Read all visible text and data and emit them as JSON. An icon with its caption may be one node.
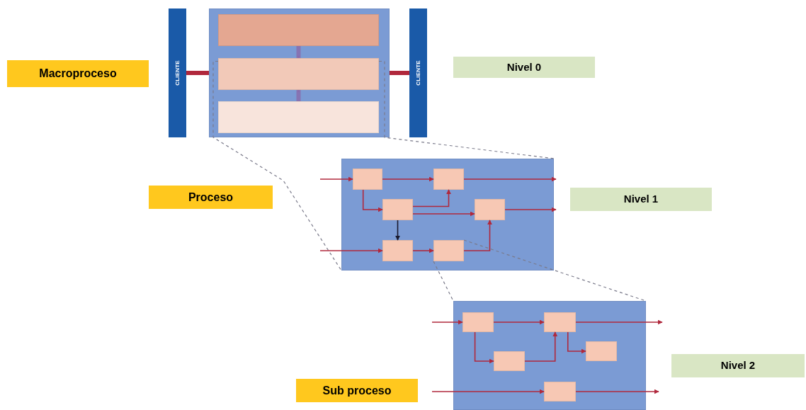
{
  "diagram": {
    "nodes": [
      {
        "text": [
          "Macroproceso"
        ]
      },
      {
        "text": [
          "CLIENTE"
        ]
      },
      {
        "text": [],
        "shape": "box"
      },
      {
        "text": [],
        "shape": "box",
        "in": 2
      },
      {
        "text": [],
        "shape": "box",
        "in": 2
      },
      {
        "text": [],
        "shape": "box",
        "in": 2
      },
      {
        "text": [
          "CLIENTE"
        ]
      },
      {
        "text": [
          "Nivel 0"
        ]
      },
      {
        "text": [
          "Proceso"
        ]
      },
      {
        "text": [],
        "shape": "box"
      },
      {
        "text": [],
        "shape": "box",
        "in": 9
      },
      {
        "text": [],
        "shape": "box",
        "in": 9
      },
      {
        "text": [],
        "shape": "box",
        "in": 9
      },
      {
        "text": [],
        "shape": "box",
        "in": 9
      },
      {
        "text": [],
        "shape": "box",
        "in": 9
      },
      {
        "text": [],
        "shape": "box",
        "in": 9
      },
      {
        "text": [
          "Nivel 1"
        ]
      },
      {
        "text": [
          "Sub proceso"
        ]
      },
      {
        "text": [],
        "shape": "box"
      },
      {
        "text": [],
        "shape": "box",
        "in": 18
      },
      {
        "text": [],
        "shape": "box",
        "in": 18
      },
      {
        "text": [],
        "shape": "box",
        "in": 18
      },
      {
        "text": [],
        "shape": "box",
        "in": 18
      },
      {
        "text": [],
        "shape": "box",
        "in": 18
      },
      {
        "text": [
          "Nivel 2"
        ]
      }
    ],
    "edges": [
      {
        "from": 1,
        "to": 2,
        "arrow": "to",
        "style": "thick"
      },
      {
        "from": 2,
        "to": 6,
        "arrow": "to",
        "style": "thick"
      },
      {
        "from": 3,
        "to": 4,
        "arrow": "to",
        "style": "thick",
        "color": "#8a6aaa"
      },
      {
        "from": 5,
        "to": 4,
        "arrow": "to",
        "style": "thick",
        "color": "#8a6aaa"
      },
      {
        "from": 4,
        "to": 9,
        "arrow": "none",
        "style": "dashed",
        "color": "#7a7a8a"
      },
      {
        "from": 4,
        "to": 9,
        "arrow": "none",
        "style": "dashed",
        "color": "#7a7a8a"
      },
      {
        "from": null,
        "to": 10,
        "arrow": "to"
      },
      {
        "from": 10,
        "to": 11,
        "arrow": "to"
      },
      {
        "from": 11,
        "to": null,
        "arrow": "to"
      },
      {
        "from": 10,
        "to": 12,
        "arrow": "to"
      },
      {
        "from": 12,
        "to": 11,
        "arrow": "to"
      },
      {
        "from": 12,
        "to": 13,
        "arrow": "to"
      },
      {
        "from": 13,
        "to": null,
        "arrow": "to"
      },
      {
        "from": 12,
        "to": 14,
        "arrow": "to",
        "color": "#1a1a2e"
      },
      {
        "from": null,
        "to": 14,
        "arrow": "to"
      },
      {
        "from": 14,
        "to": 15,
        "arrow": "to"
      },
      {
        "from": 15,
        "to": 13,
        "arrow": "to"
      },
      {
        "from": 15,
        "to": 18,
        "arrow": "none",
        "style": "dashed",
        "color": "#7a7a8a"
      },
      {
        "from": 15,
        "to": 18,
        "arrow": "none",
        "style": "dashed",
        "color": "#7a7a8a"
      },
      {
        "from": null,
        "to": 19,
        "arrow": "to"
      },
      {
        "from": 19,
        "to": 20,
        "arrow": "to"
      },
      {
        "from": 20,
        "to": null,
        "arrow": "to"
      },
      {
        "from": 19,
        "to": 21,
        "arrow": "to"
      },
      {
        "from": 21,
        "to": 20,
        "arrow": "to"
      },
      {
        "from": 20,
        "to": 22,
        "arrow": "to"
      },
      {
        "from": null,
        "to": 23,
        "arrow": "to"
      },
      {
        "from": 23,
        "to": null,
        "arrow": "to"
      }
    ]
  }
}
